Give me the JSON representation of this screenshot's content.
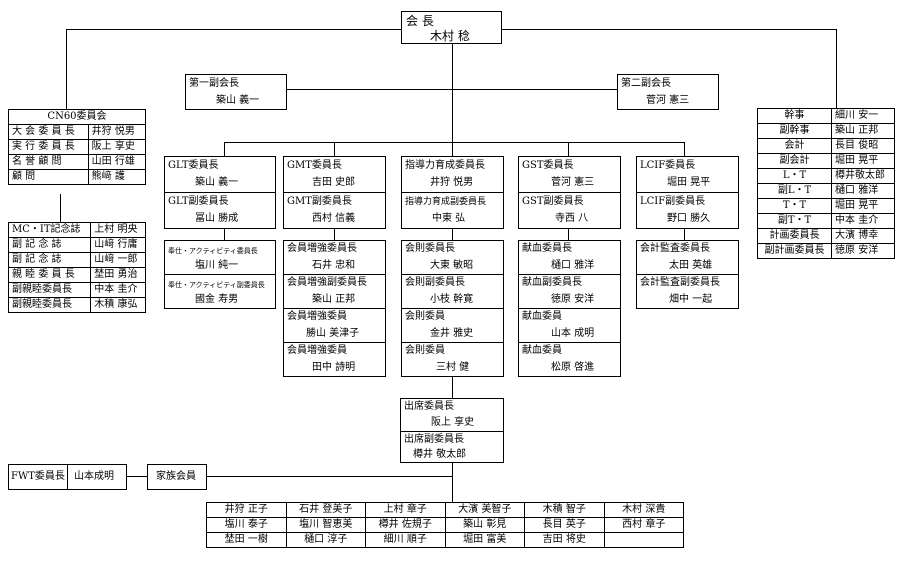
{
  "president": {
    "role": "会 長",
    "name": "木村 稔"
  },
  "vp1": {
    "role": "第一副会長",
    "name": "築山 義一"
  },
  "vp2": {
    "role": "第二副会長",
    "name": "菅河 憲三"
  },
  "cn60": {
    "title": "CN60委員会",
    "rows": [
      [
        "大 会 委 員 長",
        "井狩 悦男"
      ],
      [
        "実 行 委 員 長",
        "阪上 享史"
      ],
      [
        "名 誉 顧 問",
        "山田 行雄"
      ],
      [
        "顧 問",
        "熊﨑 護"
      ]
    ]
  },
  "mcit": {
    "rows": [
      [
        "MC・IT記念誌",
        "上村 明央"
      ],
      [
        "副 記 念 誌",
        "山﨑 行庸"
      ],
      [
        "副 記 念 誌",
        "山﨑 一郎"
      ],
      [
        "親 睦 委 員 長",
        "埜田 勇治"
      ],
      [
        "副親睦委員長",
        "中本 圭介"
      ],
      [
        "副親睦委員長",
        "木積 康弘"
      ]
    ]
  },
  "officers": {
    "rows": [
      [
        "幹事",
        "細川 安一"
      ],
      [
        "副幹事",
        "築山 正邦"
      ],
      [
        "会計",
        "長目 俊昭"
      ],
      [
        "副会計",
        "堀田 晃平"
      ],
      [
        "L・T",
        "樽井敬太郎"
      ],
      [
        "副L・T",
        "樋口 雅洋"
      ],
      [
        "T・T",
        "堀田 晃平"
      ],
      [
        "副T・T",
        "中本 圭介"
      ],
      [
        "計画委員長",
        "大濱 博幸"
      ],
      [
        "副計画委員長",
        "徳原 安洋"
      ]
    ]
  },
  "columns": {
    "glt": [
      {
        "role": "GLT委員長",
        "name": "築山 義一"
      },
      {
        "role": "GLT副委員長",
        "name": "冨山 勝成"
      }
    ],
    "service": [
      {
        "role": "奉仕・アクティビティ委員長",
        "name": "塩川 純一"
      },
      {
        "role": "奉仕・アクティビティ副委員長",
        "name": "國金 寿男"
      }
    ],
    "gmt": [
      {
        "role": "GMT委員長",
        "name": "吉田 史郎"
      },
      {
        "role": "GMT副委員長",
        "name": "西村 信義"
      }
    ],
    "membership": [
      {
        "role": "会員増強委員長",
        "name": "石井 忠和"
      },
      {
        "role": "会員増強副委員長",
        "name": "築山 正邦"
      },
      {
        "role": "会員増強委員",
        "name": "勝山 美津子"
      },
      {
        "role": "会員増強委員",
        "name": "田中 詩明"
      }
    ],
    "leadership": [
      {
        "role": "指導力育成委員長",
        "name": "井狩 悦男"
      },
      {
        "role": "指導力育成副委員長",
        "name": "中東 弘"
      }
    ],
    "bylaws": [
      {
        "role": "会則委員長",
        "name": "大東 敏昭"
      },
      {
        "role": "会則副委員長",
        "name": "小枝 幹寛"
      },
      {
        "role": "会則委員",
        "name": "金井 雅史"
      },
      {
        "role": "会則委員",
        "name": "三村 健"
      }
    ],
    "gst": [
      {
        "role": "GST委員長",
        "name": "菅河 憲三"
      },
      {
        "role": "GST副委員長",
        "name": "寺西 八"
      }
    ],
    "blood": [
      {
        "role": "献血委員長",
        "name": "樋口 雅洋"
      },
      {
        "role": "献血副委員長",
        "name": "徳原 安洋"
      },
      {
        "role": "献血委員",
        "name": "山本 成明"
      },
      {
        "role": "献血委員",
        "name": "松原 啓進"
      }
    ],
    "lcif": [
      {
        "role": "LCIF委員長",
        "name": "堀田 晃平"
      },
      {
        "role": "LCIF副委員長",
        "name": "野口 勝久"
      }
    ],
    "audit": [
      {
        "role": "会計監査委員長",
        "name": "太田 英雄"
      },
      {
        "role": "会計監査副委員長",
        "name": "畑中 一起"
      }
    ],
    "attendance": [
      {
        "role": "出席委員長",
        "name": "阪上 享史"
      },
      {
        "role": "出席副委員長",
        "name": "樽井 敬太郎"
      }
    ]
  },
  "fwt": {
    "role": "FWT委員長",
    "name": "山本成明"
  },
  "family": {
    "label": "家族会員"
  },
  "family_members": [
    [
      "井狩 正子",
      "石井 登美子",
      "上村 章子",
      "大濱 美智子",
      "木積 智子",
      "木村 深貴"
    ],
    [
      "塩川 泰子",
      "塩川 智恵美",
      "樽井 佐規子",
      "築山 彰見",
      "長目 英子",
      "西村 章子"
    ],
    [
      "埜田 一樹",
      "樋口 淳子",
      "細川 順子",
      "堀田 富美",
      "吉田 将史",
      ""
    ]
  ]
}
